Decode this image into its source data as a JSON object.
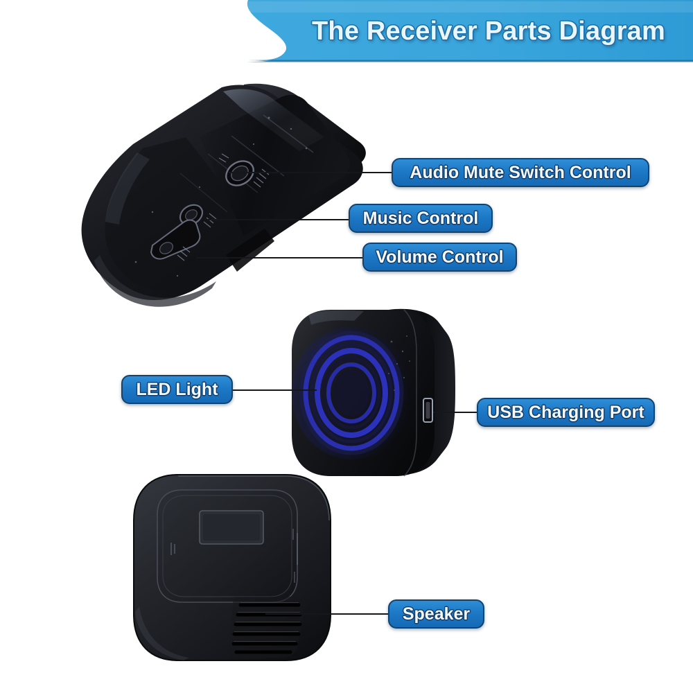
{
  "header": {
    "title": "The Receiver Parts Diagram",
    "banner_color": "#39a5dc",
    "banner_color_dark": "#1b7fb8",
    "title_text_color": "#e9f6fd",
    "title_outline_color": "#1b6ea8"
  },
  "theme": {
    "page_background": "#ffffff",
    "label_fill": "#1d78c6",
    "label_border": "#12436f",
    "label_text": "#f2f8fd",
    "leader_line_color": "#14181c",
    "device_body": "#1a1a1d",
    "led_ring_color": "#2a2fa8"
  },
  "labels": [
    {
      "id": "audio-mute",
      "text": "Audio Mute Switch  Control"
    },
    {
      "id": "music",
      "text": "Music Control"
    },
    {
      "id": "volume",
      "text": "Volume Control"
    },
    {
      "id": "led",
      "text": "LED Light"
    },
    {
      "id": "usb",
      "text": "USB Charging Port"
    },
    {
      "id": "speaker",
      "text": "Speaker"
    }
  ],
  "devices": [
    {
      "id": "top-view",
      "name": "receiver-side-angled-view",
      "parts": [
        "Audio Mute Switch  Control",
        "Music Control",
        "Volume Control"
      ]
    },
    {
      "id": "front-view",
      "name": "receiver-front-view",
      "parts": [
        "LED Light",
        "USB Charging Port"
      ]
    },
    {
      "id": "rear-view",
      "name": "receiver-rear-view",
      "parts": [
        "Speaker"
      ]
    }
  ]
}
